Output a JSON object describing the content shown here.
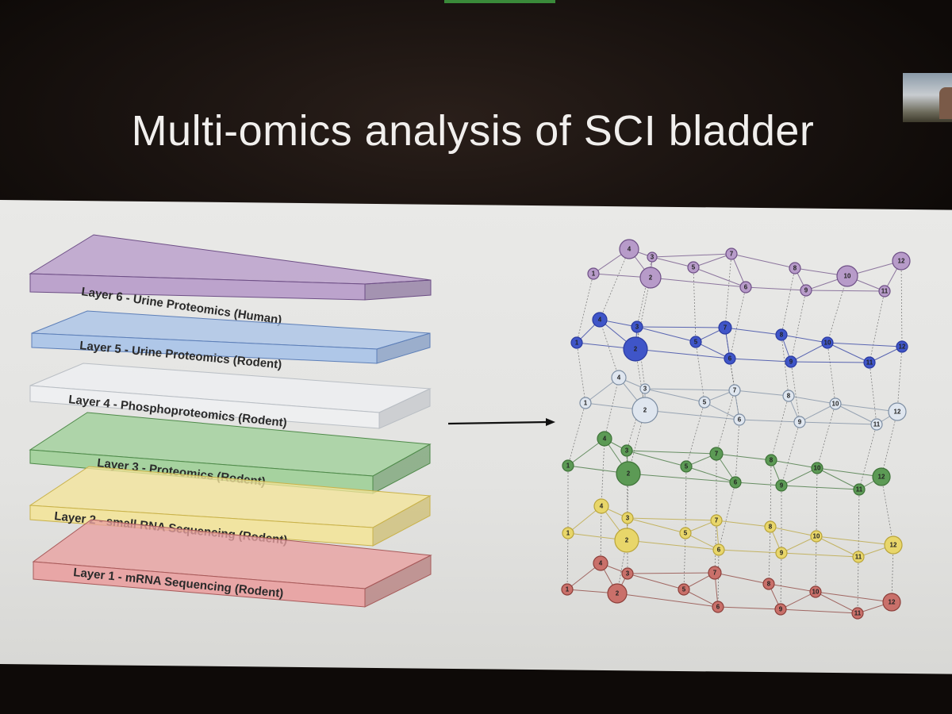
{
  "title": "Multi-omics analysis of SCI bladder",
  "layers": [
    {
      "label": "Layer 6 - Urine Proteomics (Human)",
      "color": "#b79bc9",
      "edge": "#6e4f86"
    },
    {
      "label": "Layer 5 - Urine Proteomics (Rodent)",
      "color": "#a9c3e8",
      "edge": "#5d7fb8"
    },
    {
      "label": "Layer 4 - Phosphoproteomics (Rodent)",
      "color": "#eef0f2",
      "edge": "#b9bec4"
    },
    {
      "label": "Layer 3 - Proteomics (Rodent)",
      "color": "#9fcf98",
      "edge": "#4f8a4a"
    },
    {
      "label": "Layer 2 - small RNA Sequencing (Rodent)",
      "color": "#f3e49a",
      "edge": "#c9b24a"
    },
    {
      "label": "Layer 1 - mRNA Sequencing (Rodent)",
      "color": "#e9a0a0",
      "edge": "#a85a5a"
    }
  ],
  "network_layers": [
    {
      "color": "#b79bc9",
      "edge": "#6e4f86"
    },
    {
      "color": "#3f55c8",
      "edge": "#2a3aa0"
    },
    {
      "color": "#dfe6ef",
      "edge": "#7d8ea3"
    },
    {
      "color": "#5c9a55",
      "edge": "#3e7238"
    },
    {
      "color": "#e8d66a",
      "edge": "#b9a43a"
    },
    {
      "color": "#c9706a",
      "edge": "#8c3f3a"
    }
  ],
  "node_labels": [
    "1",
    "2",
    "3",
    "4",
    "5",
    "6",
    "7",
    "8",
    "9",
    "10",
    "11",
    "12"
  ]
}
